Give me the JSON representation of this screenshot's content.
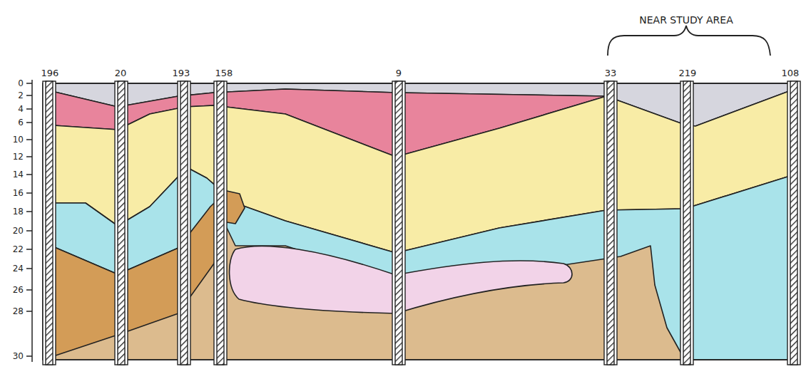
{
  "diagram": {
    "labels": [
      "NEAR STUDY AREA",
      "196",
      "20",
      "193",
      "158",
      "9",
      "33",
      "219",
      "108",
      "0",
      "2",
      "4",
      "6",
      "10",
      "12",
      "14",
      "16",
      "18",
      "20",
      "22",
      "24",
      "26",
      "28",
      "30"
    ]
  }
}
